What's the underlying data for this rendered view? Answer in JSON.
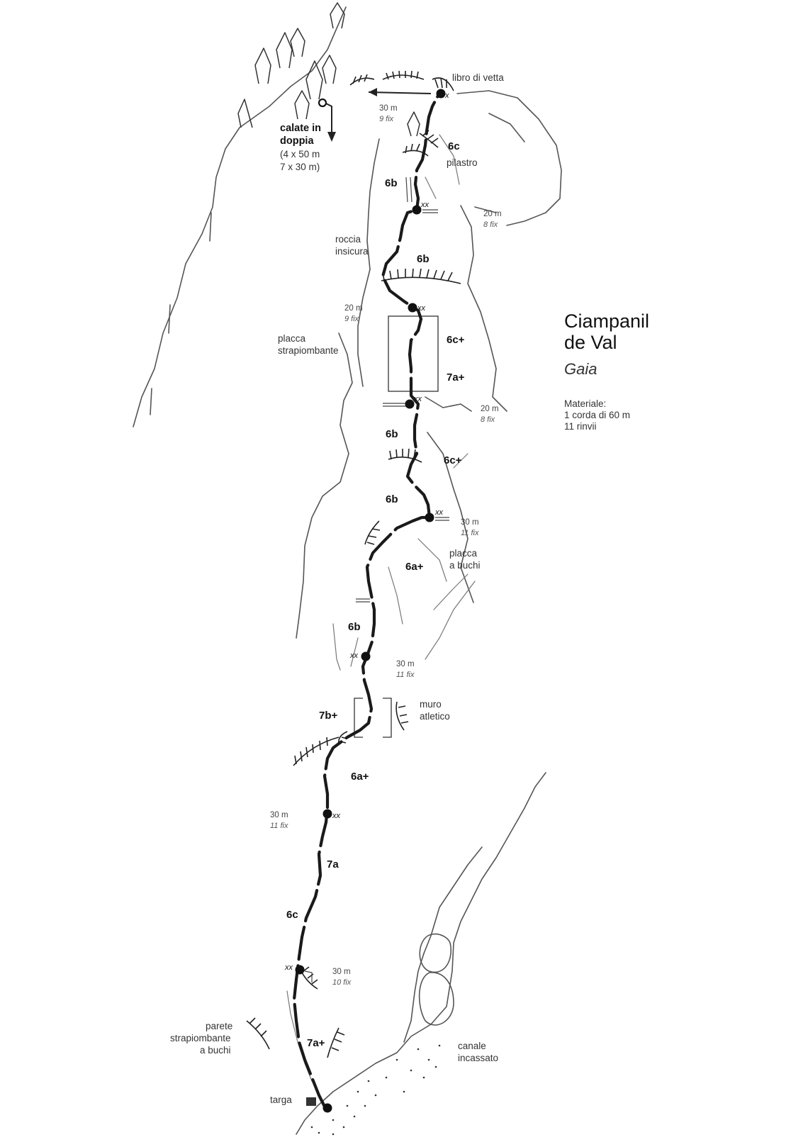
{
  "title": {
    "line1": "Ciampanil",
    "line2": "de Val"
  },
  "route_name": "Gaia",
  "material": {
    "heading": "Materiale:",
    "rope": "1 corda di 60 m",
    "quickdraws": "11 rinvii"
  },
  "descent": {
    "title_line1": "calate in",
    "title_line2": "doppia",
    "detail_line1": "(4 x 50  m",
    "detail_line2": "7 x 30 m)"
  },
  "features": {
    "summit_book": "libro di vetta",
    "pillar": "pilastro",
    "loose_rock_1": "roccia",
    "loose_rock_2": "insicura",
    "overhang_slab_1": "placca",
    "overhang_slab_2": "strapiombante",
    "pocket_slab_1": "placca",
    "pocket_slab_2": "a buchi",
    "athletic_wall_1": "muro",
    "athletic_wall_2": "atletico",
    "pocket_overhang_1": "parete",
    "pocket_overhang_2": "strapiombante",
    "pocket_overhang_3": "a buchi",
    "gully_1": "canale",
    "gully_2": "incassato",
    "plaque": "targa"
  },
  "anchors": {
    "single": "x",
    "double": "xx"
  },
  "pitches": [
    {
      "length": "30 m",
      "fix": "10 fix",
      "grades": [
        "7a+"
      ]
    },
    {
      "length": "30 m",
      "fix": "11 fix",
      "grades": [
        "6c",
        "7a"
      ]
    },
    {
      "length": "30 m",
      "fix": "11 fix",
      "grades": [
        "6a+",
        "7b+"
      ]
    },
    {
      "length": "30 m",
      "fix": "11 fix",
      "grades": [
        "6b",
        "6a+"
      ]
    },
    {
      "length": "20 m",
      "fix": "8 fix",
      "grades": [
        "6b",
        "6c+",
        "6b"
      ]
    },
    {
      "length": "20 m",
      "fix": "9 fix",
      "grades": [
        "7a+",
        "6c+"
      ]
    },
    {
      "length": "20 m",
      "fix": "8 fix",
      "grades": [
        "6b"
      ]
    },
    {
      "length": "30 m",
      "fix": "9 fix",
      "grades": [
        "6b",
        "6c"
      ]
    }
  ]
}
